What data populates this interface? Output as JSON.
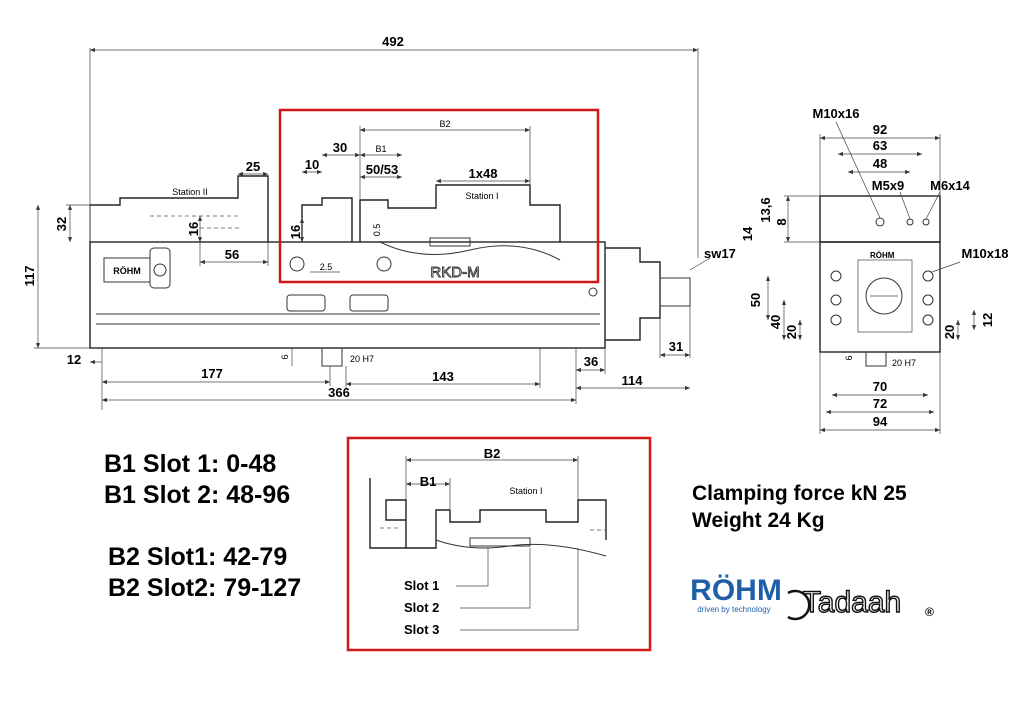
{
  "dimensions": {
    "overall_length": "492",
    "b2": "B2",
    "b1": "B1",
    "d30": "30",
    "d10": "10",
    "d50_53": "50/53",
    "d1x48": "1x48",
    "d25": "25",
    "station_ii": "Station II",
    "station_i": "Station I",
    "d32": "32",
    "d16a": "16",
    "d16b": "16",
    "d56": "56",
    "d0_5": "0.5",
    "d2_5": "2.5",
    "d117": "117",
    "d12": "12",
    "d6": "6",
    "d20h7": "20 H7",
    "d177": "177",
    "d143": "143",
    "d366": "366",
    "d36": "36",
    "d114": "114",
    "d31": "31",
    "sw17": "sw17"
  },
  "brand_plate": {
    "brand": "RÖHM",
    "model": "RKD-M"
  },
  "side_view": {
    "m10x16": "M10x16",
    "d92": "92",
    "d63": "63",
    "d48": "48",
    "m5x9": "M5x9",
    "m6x14": "M6x14",
    "d13_6": "13,6",
    "d14": "14",
    "d8": "8",
    "m10x18": "M10x18",
    "d50": "50",
    "d40": "40",
    "d20a": "20",
    "d20b": "20",
    "d12": "12",
    "d6": "6",
    "d20h7": "20 H7",
    "d70": "70",
    "d72": "72",
    "d94": "94"
  },
  "detail": {
    "b2": "B2",
    "b1": "B1",
    "station_i": "Station I",
    "slot1": "Slot 1",
    "slot2": "Slot 2",
    "slot3": "Slot 3"
  },
  "specs": {
    "b1_slot1": "B1 Slot 1: 0-48",
    "b1_slot2": "B1 Slot 2: 48-96",
    "b2_slot1": "B2 Slot1: 42-79",
    "b2_slot2": "B2 Slot2: 79-127"
  },
  "info": {
    "clamping_force": "Clamping force kN 25",
    "weight": "Weight 24 Kg"
  },
  "logos": {
    "rohm": "RÖHM",
    "rohm_tagline": "driven by technology",
    "tadaah": "Tadaah",
    "registered": "®"
  },
  "colors": {
    "highlight_frame": "#d01a1a",
    "rohm_blue": "#1f5fa8"
  }
}
